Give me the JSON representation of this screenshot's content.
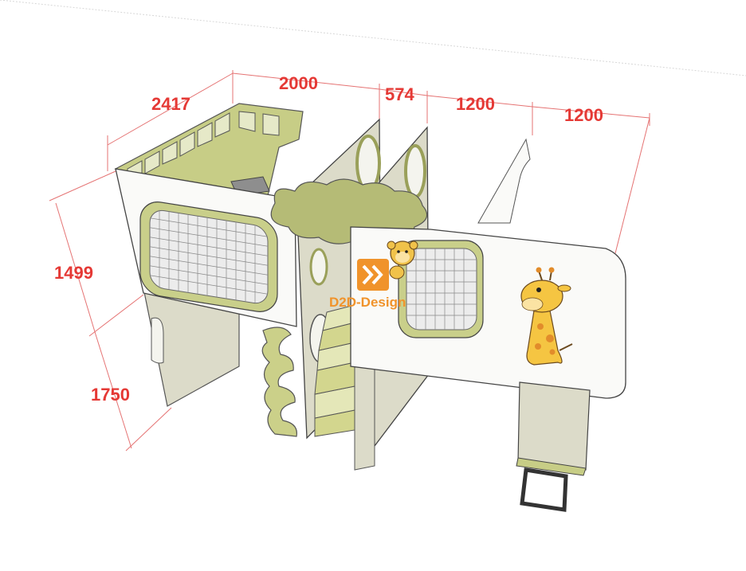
{
  "dimensions": {
    "depth_top": "2417",
    "width_left": "2000",
    "gap": "574",
    "width_mid": "1200",
    "width_right": "1200",
    "height_upper": "1499",
    "height_lower": "1750"
  },
  "watermark": {
    "text": "D2D-Design",
    "icon": "double-chevron-icon",
    "color": "#f0932b"
  },
  "colors": {
    "dimension": "#e53935",
    "panel_green": "#c9cf8a",
    "panel_white": "#fafaf8",
    "wood": "#d9d8c6",
    "giraffe": "#f5c542"
  }
}
